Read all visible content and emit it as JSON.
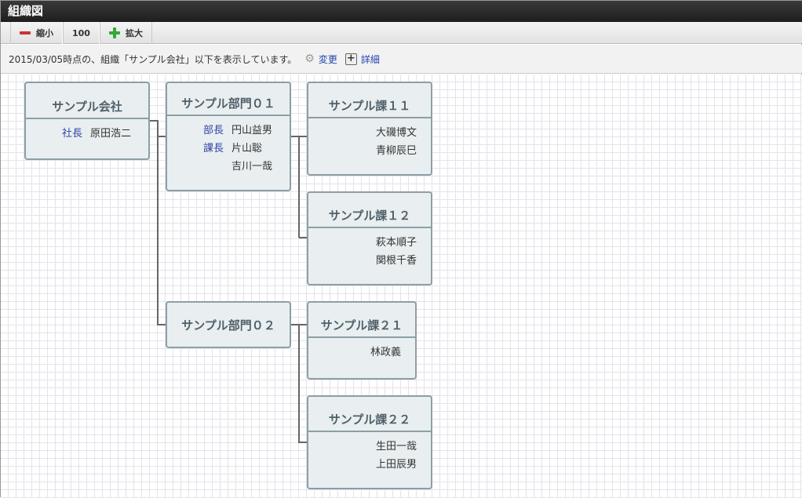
{
  "title": "組織図",
  "toolbar": {
    "zoom_out": "縮小",
    "zoom_level": "100",
    "zoom_in": "拡大"
  },
  "info": {
    "text": "2015/03/05時点の、組織「サンプル会社」以下を表示しています。",
    "change": "変更",
    "detail": "詳細"
  },
  "nodes": [
    {
      "name": "サンプル会社",
      "members": [
        {
          "title": "社長",
          "name": "原田浩二"
        }
      ]
    },
    {
      "name": "サンプル部門０１",
      "members": [
        {
          "title": "部長",
          "name": "円山益男"
        },
        {
          "title": "課長",
          "name": "片山聡"
        },
        {
          "title": "",
          "name": "吉川一哉"
        }
      ]
    },
    {
      "name": "サンプル課１１",
      "members": [
        {
          "title": "",
          "name": "大磯博文"
        },
        {
          "title": "",
          "name": "青柳辰巳"
        }
      ]
    },
    {
      "name": "サンプル課１２",
      "members": [
        {
          "title": "",
          "name": "萩本順子"
        },
        {
          "title": "",
          "name": "関根千香"
        }
      ]
    },
    {
      "name": "サンプル部門０２",
      "members": []
    },
    {
      "name": "サンプル課２１",
      "members": [
        {
          "title": "",
          "name": "林政義"
        }
      ]
    },
    {
      "name": "サンプル課２２",
      "members": [
        {
          "title": "",
          "name": "生田一哉"
        },
        {
          "title": "",
          "name": "上田辰男"
        }
      ]
    }
  ]
}
